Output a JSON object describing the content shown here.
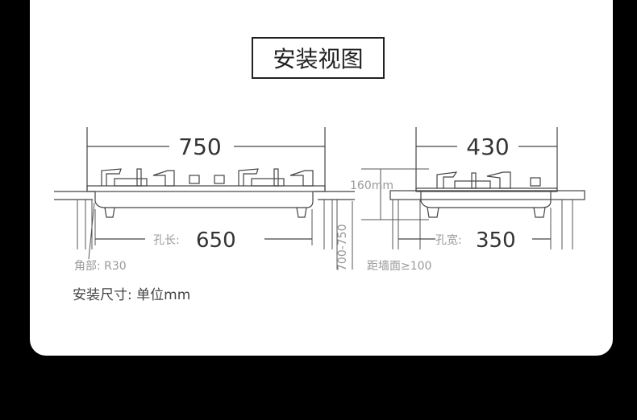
{
  "title": "安装视图",
  "front_view": {
    "overall_length": "750",
    "hole_length_label": "孔长:",
    "hole_length": "650",
    "corner_note": "角部: R30",
    "cabinet_height": "700-750"
  },
  "side_view": {
    "overall_width": "430",
    "height_note": "160mm",
    "hole_width_label": "孔宽:",
    "hole_width": "350",
    "wall_distance": "距墙面≥100"
  },
  "units_note": "安装尺寸: 单位mm"
}
